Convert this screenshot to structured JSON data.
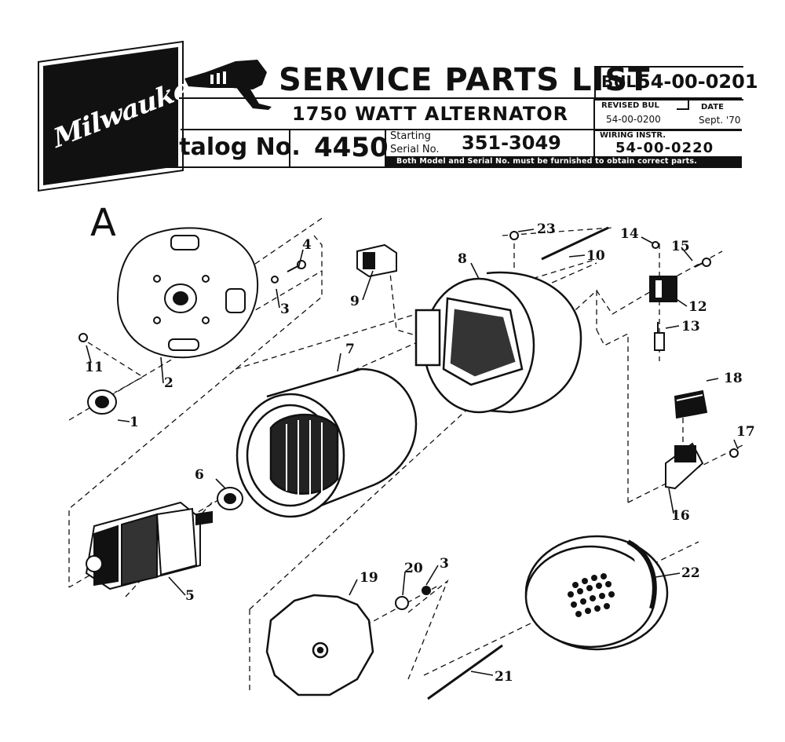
{
  "header": {
    "brand": "Milwaukee",
    "title": "SERVICE PARTS LIST",
    "bulletin": {
      "label": "BUL.",
      "number": "54-00-0201"
    },
    "product": "1750 WATT ALTERNATOR",
    "revised": {
      "label": "REVISED BUL",
      "value": "54-00-0200"
    },
    "date": {
      "label": "DATE",
      "value": "Sept. '70"
    },
    "catalog": {
      "label": "Catalog No.",
      "value": "4450"
    },
    "serial": {
      "label_line1": "Starting",
      "label_line2": "Serial No.",
      "value": "351-3049"
    },
    "wiring": {
      "label": "WIRING INSTR.",
      "value": "54-00-0220"
    },
    "notice": "Both Model and Serial No. must be furnished to obtain correct parts."
  },
  "diagram": {
    "section_letter": "A",
    "callouts": [
      "1",
      "2",
      "3",
      "4",
      "5",
      "6",
      "7",
      "8",
      "9",
      "10",
      "11",
      "12",
      "13",
      "14",
      "15",
      "16",
      "17",
      "18",
      "19",
      "20",
      "3",
      "21",
      "22",
      "23"
    ]
  },
  "colors": {
    "ink": "#111111",
    "paper": "#ffffff"
  }
}
